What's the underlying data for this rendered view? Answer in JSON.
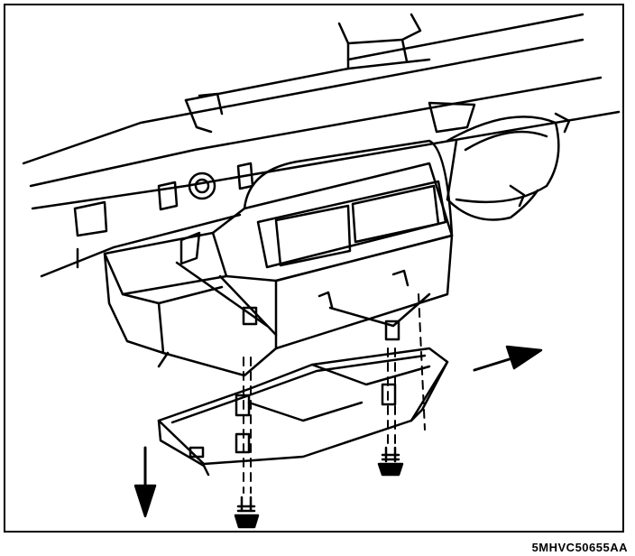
{
  "figure": {
    "code": "5MHVC50655AA",
    "line_color": "#000000",
    "background": "#ffffff"
  },
  "parts": [
    {
      "id": "dash-panel",
      "icon": "instrument-panel-illustration"
    },
    {
      "id": "hvac-housing",
      "icon": "hvac-housing-illustration"
    },
    {
      "id": "blower-motor",
      "icon": "blower-motor-illustration"
    },
    {
      "id": "lower-cover",
      "icon": "cover-tray-illustration"
    },
    {
      "id": "screw-left",
      "icon": "screw-icon"
    },
    {
      "id": "screw-right",
      "icon": "screw-icon"
    },
    {
      "id": "arrow-down",
      "icon": "arrow-down-icon"
    },
    {
      "id": "arrow-right",
      "icon": "arrow-right-icon"
    }
  ]
}
